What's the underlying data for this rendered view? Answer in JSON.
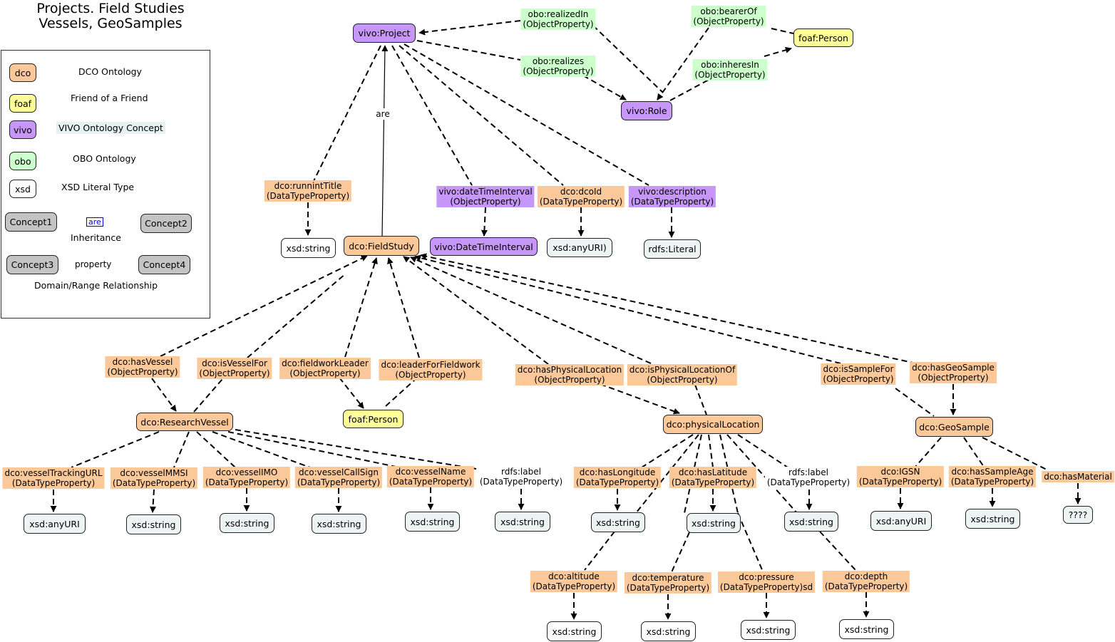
{
  "title": [
    "Projects. Field Studies",
    "Vessels, GeoSamples"
  ],
  "legend": {
    "items": [
      {
        "key": "dco",
        "text": "DCO Ontology",
        "color": "#fbc899"
      },
      {
        "key": "foaf",
        "text": "Friend of a Friend",
        "color": "#ffff99"
      },
      {
        "key": "vivo",
        "text": "VIVO Ontology Concept",
        "color": "#c696f8"
      },
      {
        "key": "obo",
        "text": "OBO Ontology",
        "color": "#ccffcc"
      },
      {
        "key": "xsd",
        "text": "XSD Literal Type",
        "color": "#ffffff"
      }
    ],
    "inheritance": {
      "from": "Concept1",
      "to": "Concept2",
      "edge_label": "are",
      "caption": "Inheritance"
    },
    "relationship": {
      "from": "Concept3",
      "to": "Concept4",
      "edge_label": "property",
      "caption": "Domain/Range Relationship"
    }
  },
  "nodes": {
    "project": "vivo:Project",
    "person_top": "foaf:Person",
    "role": "vivo:Role",
    "xsd_title": "xsd:string",
    "fieldstudy": "dco:FieldStudy",
    "dti": "vivo:DateTimeInterval",
    "anyuri_dcoid": "xsd:anyURI)",
    "rdfs_literal": "rdfs:Literal",
    "vessel": "dco:ResearchVessel",
    "person_mid": "foaf:Person",
    "physloc": "dco:physicalLocation",
    "geosample": "dco:GeoSample",
    "xv1": "xsd:anyURI",
    "xv2": "xsd:string",
    "xv3": "xsd:string",
    "xv4": "xsd:string",
    "xv5": "xsd:string",
    "xv6": "xsd:string",
    "xlon": "xsd:string",
    "xlat": "xsd:string",
    "xlab": "xsd:string",
    "xigsn": "xsd:anyURI",
    "xage": "xsd:string",
    "xmat": "????",
    "xalt": "xsd:string",
    "xtemp": "xsd:string",
    "xpres": "xsd:string",
    "xdepth": "xsd:string"
  },
  "edge_labels": {
    "realizedIn": [
      "obo:realizedIn",
      "(ObjectProperty)"
    ],
    "realizes": [
      "obo:realizes",
      "(ObjectProperty)"
    ],
    "bearerOf": [
      "obo:bearerOf",
      "(ObjectProperty)"
    ],
    "inheresIn": [
      "obo:inheresIn",
      "(ObjectProperty)"
    ],
    "are": [
      "are"
    ],
    "runningTitle": [
      "dco:runnintTitle",
      "(DataTypeProperty)"
    ],
    "dateTimeInterval": [
      "vivo:dateTimeInterval",
      "(ObjectProperty)"
    ],
    "dcoId": [
      "dco:dcoId",
      "(DataTypeProperty)"
    ],
    "description": [
      "vivo:description",
      "(DataTypeProperty)"
    ],
    "hasVessel": [
      "dco:hasVessel",
      "(ObjectProperty)"
    ],
    "isVesselFor": [
      "dco:isVesselFor",
      "(ObjectProperty)"
    ],
    "fieldworkLeader": [
      "dco:fieldworkLeader",
      "(ObjectProperty)"
    ],
    "leaderForFieldwork": [
      "dco:leaderForFieldwork",
      "(ObjectProperty)"
    ],
    "hasPhysicalLocation": [
      "dco:hasPhysicalLocation",
      "(ObjectProperty)"
    ],
    "isPhysicalLocationOf": [
      "dco:isPhysicalLocationOf",
      "(ObjectProperty)"
    ],
    "isSampleFor": [
      "dco:isSampleFor",
      "(ObjectProperty)"
    ],
    "hasGeoSample": [
      "dco:hasGeoSample",
      "(ObjectProperty)"
    ],
    "vesselTrackingURL": [
      "dco:vesselTrackingURL",
      "(DataTypeProperty)"
    ],
    "vesselMMSI": [
      "dco:vesselMMSI",
      "(DataTypeProperty)"
    ],
    "vesselIMO": [
      "dco:vesselIMO",
      "(DataTypeProperty)"
    ],
    "vesselCallSign": [
      "dco:vesselCallSign",
      "(DataTypeProperty)"
    ],
    "vesselName": [
      "dco:vesselName",
      "(DataTypeProperty)"
    ],
    "rdfsLabel1": [
      "rdfs:label",
      "(DataTypeProperty)"
    ],
    "hasLongitude": [
      "dco:hasLongitude",
      "(DataTypeProperty)"
    ],
    "hasLatitude": [
      "dco:hasLatitude",
      "(DataTypeProperty)"
    ],
    "rdfsLabel2": [
      "rdfs:label",
      "(DataTypeProperty)"
    ],
    "igsn": [
      "dco:IGSN",
      "(DataTypeProperty)"
    ],
    "hasSampleAge": [
      "dco:hasSampleAge",
      "(DataTypeProperty)"
    ],
    "hasMaterial": [
      "dco:hasMaterial"
    ],
    "altitude": [
      "dco:altitude",
      "(DataTypeProperty)"
    ],
    "temperature": [
      "dco:temperature",
      "(DataTypeProperty)"
    ],
    "pressure": [
      "dco:pressure",
      "(DataTypeProperty)sd"
    ],
    "depth": [
      "dco:depth",
      "(DataTypeProperty)"
    ]
  }
}
